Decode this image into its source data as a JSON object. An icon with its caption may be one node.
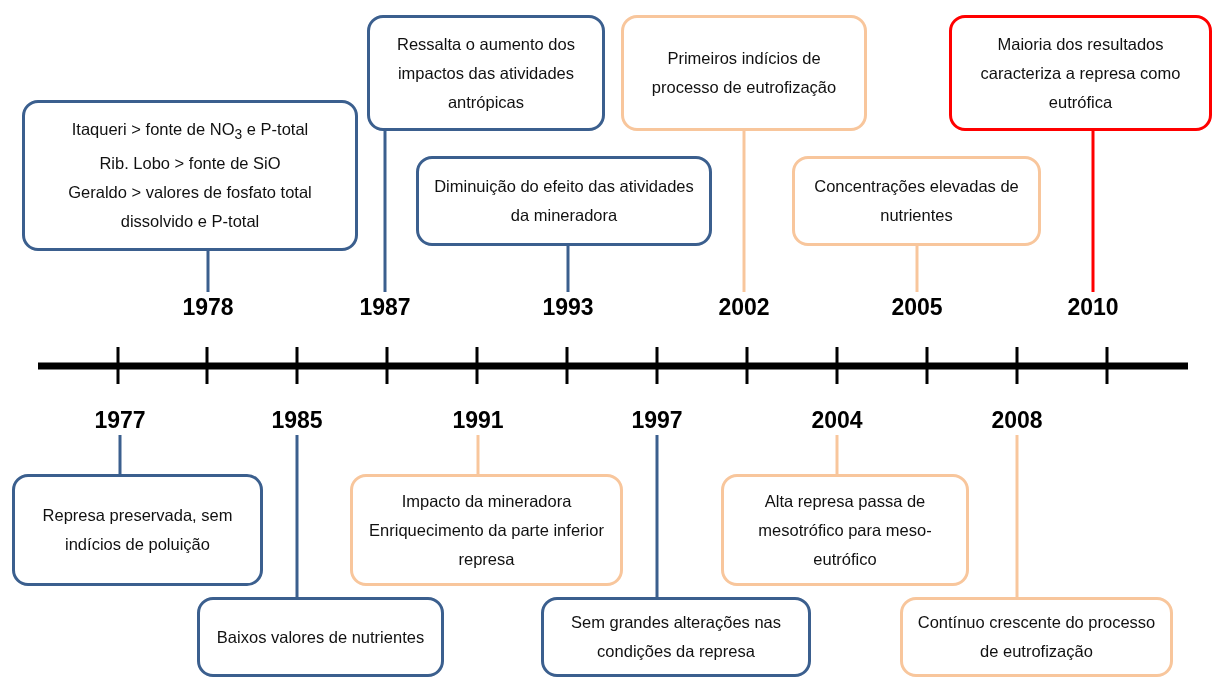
{
  "diagram": {
    "nodes": [
      {
        "text": [
          "Itaqueri > fonte de NO$_{3}$ e P-total",
          "Rib. Lobo > fonte de SiO",
          "Geraldo > valores de fosfato total dissolvido e P-total"
        ]
      },
      {
        "text": [
          "Ressalta o aumento dos impactos das atividades antrópicas"
        ]
      },
      {
        "text": [
          "Diminuição do efeito das atividades da mineradora"
        ]
      },
      {
        "text": [
          "Primeiros indícios de processo de eutrofização"
        ]
      },
      {
        "text": [
          "Concentrações elevadas de nutrientes"
        ]
      },
      {
        "text": [
          "Maioria dos resultados caracteriza a represa como eutrófica"
        ]
      },
      {
        "text": [
          "1978"
        ]
      },
      {
        "text": [
          "1987"
        ]
      },
      {
        "text": [
          "1993"
        ]
      },
      {
        "text": [
          "2002"
        ]
      },
      {
        "text": [
          "2005"
        ]
      },
      {
        "text": [
          "2010"
        ]
      },
      {
        "text": [
          "1977"
        ]
      },
      {
        "text": [
          "1985"
        ]
      },
      {
        "text": [
          "1991"
        ]
      },
      {
        "text": [
          "1997"
        ]
      },
      {
        "text": [
          "2004"
        ]
      },
      {
        "text": [
          "2008"
        ]
      },
      {
        "text": [
          "Represa preservada, sem indícios de poluição"
        ]
      },
      {
        "text": [
          "Baixos valores de nutrientes"
        ]
      },
      {
        "text": [
          "Impacto da mineradora",
          "Enriquecimento da parte inferior represa"
        ]
      },
      {
        "text": [
          "Sem grandes alterações nas condições da represa"
        ]
      },
      {
        "text": [
          "Alta represa passa de mesotrófico para meso-eutrófico"
        ]
      },
      {
        "text": [
          "Contínuo crescente do processo de eutrofização"
        ]
      }
    ],
    "edges": [
      {
        "from": 0,
        "to": 6,
        "arrow": "none"
      },
      {
        "from": 1,
        "to": 7,
        "arrow": "none"
      },
      {
        "from": 2,
        "to": 8,
        "arrow": "none"
      },
      {
        "from": 3,
        "to": 9,
        "arrow": "none",
        "color": "#f8c69c"
      },
      {
        "from": 4,
        "to": 10,
        "arrow": "none",
        "color": "#f8c69c"
      },
      {
        "from": 5,
        "to": 11,
        "arrow": "none",
        "color": "#ff0000"
      },
      {
        "from": 18,
        "to": 12,
        "arrow": "none"
      },
      {
        "from": 19,
        "to": 13,
        "arrow": "none"
      },
      {
        "from": 20,
        "to": 14,
        "arrow": "none",
        "color": "#f8c69c"
      },
      {
        "from": 21,
        "to": 15,
        "arrow": "none"
      },
      {
        "from": 22,
        "to": 16,
        "arrow": "none",
        "color": "#f8c69c"
      },
      {
        "from": 23,
        "to": 17,
        "arrow": "none",
        "color": "#f8c69c"
      }
    ]
  }
}
